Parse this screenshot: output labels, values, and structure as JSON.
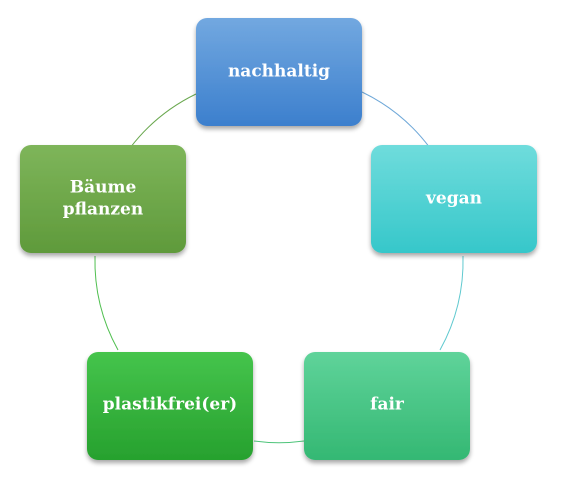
{
  "nodes": [
    {
      "id": "nachhaltig",
      "lines": [
        "nachhaltig"
      ],
      "color_top": "#72a8e0",
      "color_bottom": "#3c7fcd"
    },
    {
      "id": "vegan",
      "lines": [
        "vegan"
      ],
      "color_top": "#6fdcdc",
      "color_bottom": "#36c7ca"
    },
    {
      "id": "fair",
      "lines": [
        "fair"
      ],
      "color_top": "#5fd39a",
      "color_bottom": "#34b873"
    },
    {
      "id": "plastikfrei",
      "lines": [
        "plastikfrei(er)"
      ],
      "color_top": "#45c44c",
      "color_bottom": "#27a12e"
    },
    {
      "id": "baeume-pflanzen",
      "lines": [
        "Bäume",
        "pflanzen"
      ],
      "color_top": "#7eb55a",
      "color_bottom": "#5f9a3b"
    }
  ],
  "connector_colors": {
    "nachhaltig-vegan": "#6fa8d8",
    "vegan-fair": "#5fc9cf",
    "fair-plastikfrei": "#4ec47a",
    "plastikfrei-baeume-pflanzen": "#4fbf4f",
    "baeume-pflanzen-nachhaltig": "#6aa84f"
  }
}
